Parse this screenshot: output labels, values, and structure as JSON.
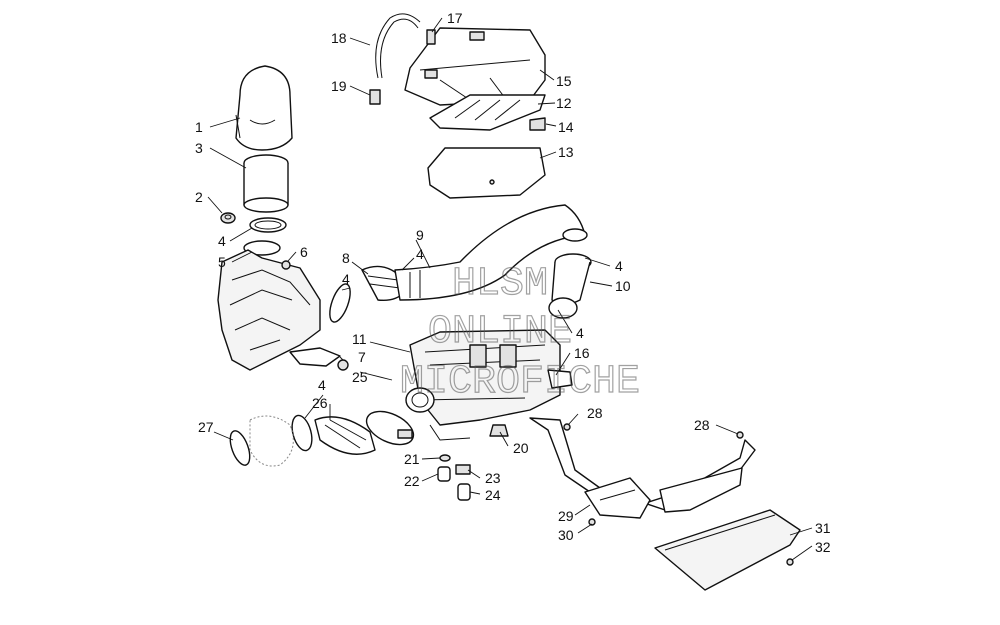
{
  "watermark": {
    "line1": "HLSM",
    "line2": "ONLINE",
    "line3": "MICROFICHE"
  },
  "callouts": {
    "c1": "1",
    "c2": "2",
    "c3": "3",
    "c4a": "4",
    "c5": "5",
    "c6": "6",
    "c7": "7",
    "c8": "8",
    "c4b": "4",
    "c9": "9",
    "c4c": "4",
    "c4d": "4",
    "c10": "10",
    "c11": "11",
    "c4e": "4",
    "c16": "16",
    "c25": "25",
    "c4f": "4",
    "c26": "26",
    "c27": "27",
    "c20": "20",
    "c28a": "28",
    "c28b": "28",
    "c21": "21",
    "c22": "22",
    "c23": "23",
    "c24": "24",
    "c29": "29",
    "c30": "30",
    "c31": "31",
    "c32": "32",
    "c17": "17",
    "c18": "18",
    "c19": "19",
    "c15": "15",
    "c12": "12",
    "c14": "14",
    "c13": "13"
  }
}
